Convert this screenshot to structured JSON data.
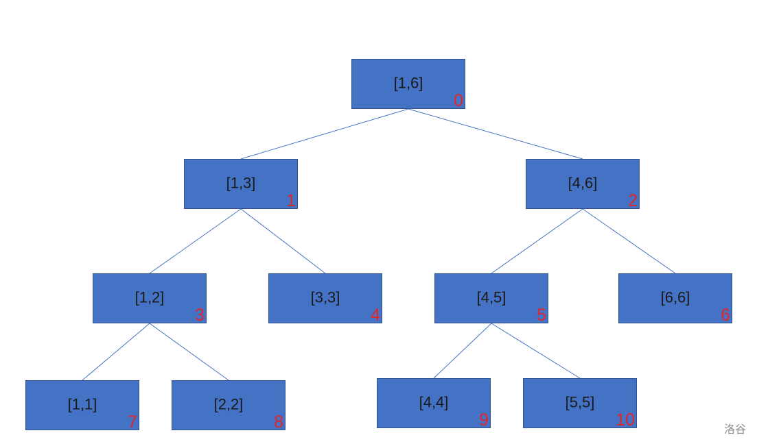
{
  "diagram": {
    "nodes": [
      {
        "id": "n0",
        "label": "[1,6]",
        "index": "0"
      },
      {
        "id": "n1",
        "label": "[1,3]",
        "index": "1"
      },
      {
        "id": "n2",
        "label": "[4,6]",
        "index": "2"
      },
      {
        "id": "n3",
        "label": "[1,2]",
        "index": "3"
      },
      {
        "id": "n4",
        "label": "[3,3]",
        "index": "4"
      },
      {
        "id": "n5",
        "label": "[4,5]",
        "index": "5"
      },
      {
        "id": "n6",
        "label": "[6,6]",
        "index": "6"
      },
      {
        "id": "n7",
        "label": "[1,1]",
        "index": "7"
      },
      {
        "id": "n8",
        "label": "[2,2]",
        "index": "8"
      },
      {
        "id": "n9",
        "label": "[4,4]",
        "index": "9"
      },
      {
        "id": "n10",
        "label": "[5,5]",
        "index": "10"
      }
    ],
    "edges": [
      [
        "n0",
        "n1"
      ],
      [
        "n0",
        "n2"
      ],
      [
        "n1",
        "n3"
      ],
      [
        "n1",
        "n4"
      ],
      [
        "n2",
        "n5"
      ],
      [
        "n2",
        "n6"
      ],
      [
        "n3",
        "n7"
      ],
      [
        "n3",
        "n8"
      ],
      [
        "n5",
        "n9"
      ],
      [
        "n5",
        "n10"
      ]
    ],
    "colors": {
      "node_fill": "#4472c4",
      "edge": "#4472c4",
      "index_text": "#e0262b"
    }
  },
  "watermark": "洛谷"
}
